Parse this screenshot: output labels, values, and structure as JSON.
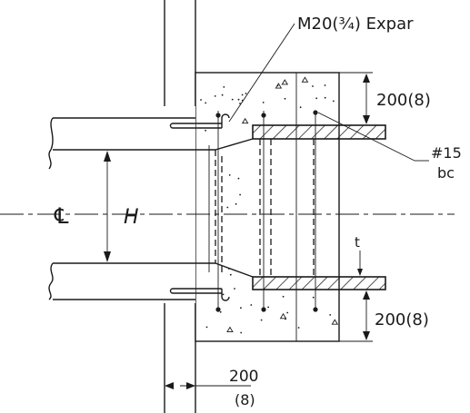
{
  "labels": {
    "anchor_callout": "M20(¾) Expar",
    "bar_callout_line1": "#15",
    "bar_callout_line2": "bc",
    "centerline_symbol": "℄",
    "height_symbol": "H",
    "thickness_symbol": "t",
    "top_dimension": "200(8)",
    "bottom_dimension": "200(8)",
    "offset_dimension_value": "200",
    "offset_dimension_unit": "(8)"
  },
  "colors": {
    "ink": "#1a1a1a",
    "paper": "#ffffff"
  }
}
